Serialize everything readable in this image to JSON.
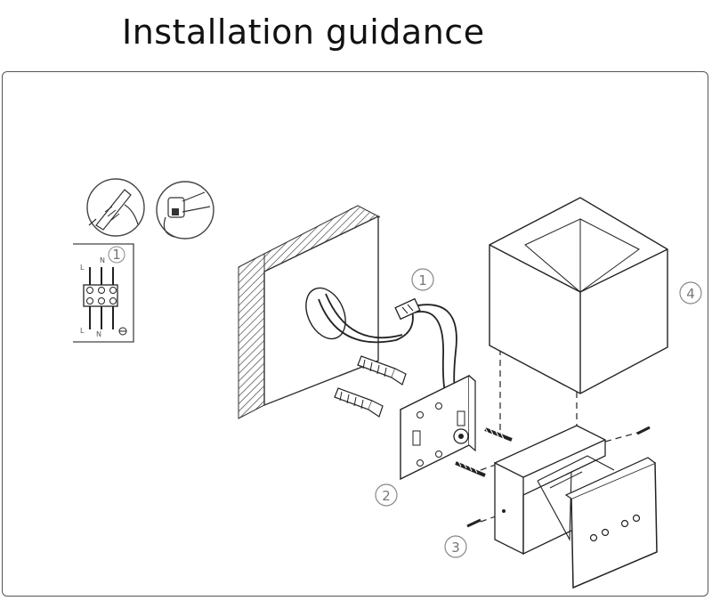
{
  "title": "Installation guidance",
  "step_labels": {
    "terminal_inset": "1",
    "wiring": "1",
    "mounting_plate": "2",
    "screws": "3",
    "lamp_cover": "4"
  },
  "terminal_marks": {
    "top_left": "L",
    "top_right": "N",
    "bottom_left": "L",
    "bottom_right": "N"
  }
}
